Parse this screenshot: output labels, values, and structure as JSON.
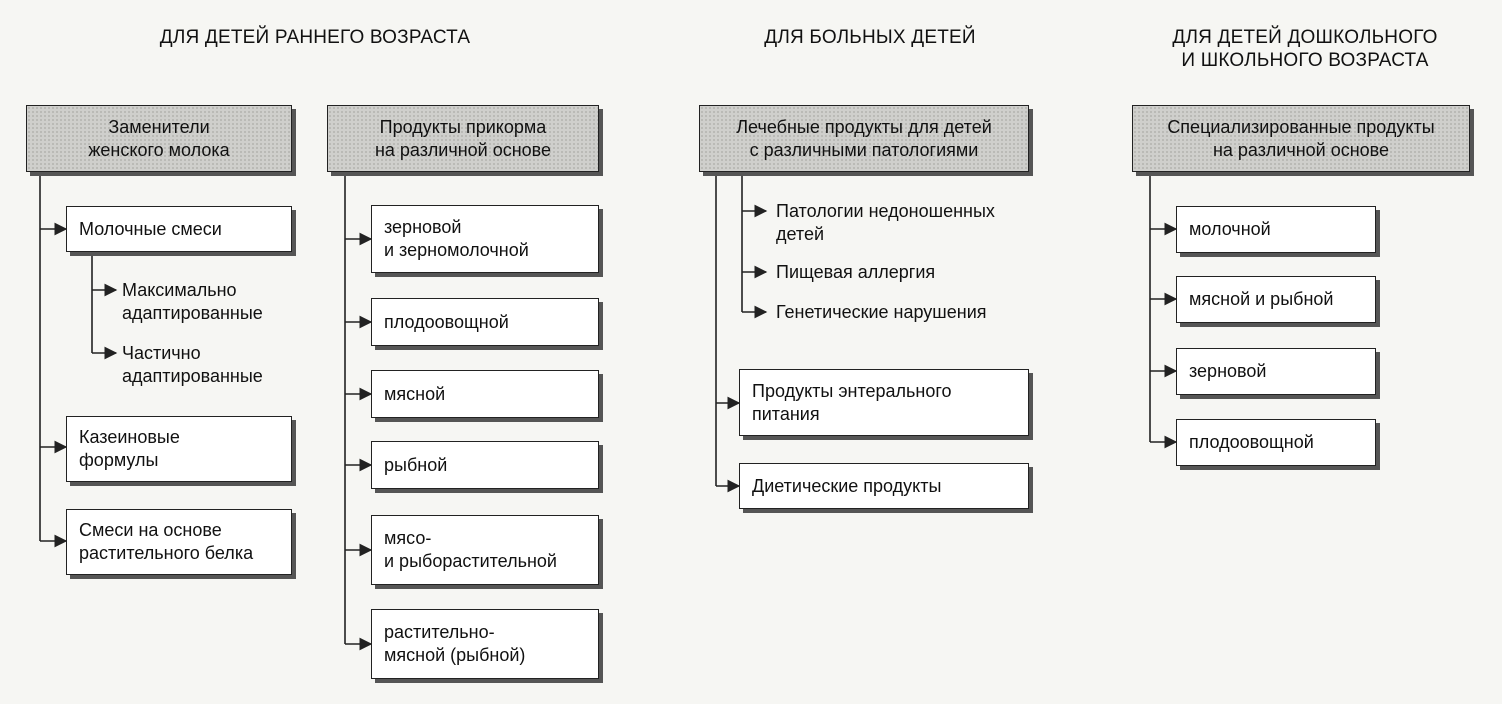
{
  "columns": [
    {
      "heading": "ДЛЯ ДЕТЕЙ РАННЕГО ВОЗРАСТА",
      "groups": [
        {
          "header": "Заменители\nженского молока",
          "items": [
            "Молочные смеси",
            "Казеиновые\nформулы",
            "Смеси на основе\nрастительного белка"
          ],
          "subitems": [
            "Максимально\nадаптированные",
            "Частично\nадаптированные"
          ]
        },
        {
          "header": "Продукты прикорма\nна различной основе",
          "items": [
            "зерновой\nи зерномолочной",
            "плодоовощной",
            "мясной",
            "рыбной",
            "мясо-\nи рыборастительной",
            "растительно-\nмясной (рыбной)"
          ]
        }
      ]
    },
    {
      "heading": "ДЛЯ БОЛЬНЫХ ДЕТЕЙ",
      "groups": [
        {
          "header": "Лечебные продукты для детей\nс различными патологиями",
          "subitems": [
            "Патологии недоношенных\nдетей",
            "Пищевая аллергия",
            "Генетические нарушения"
          ],
          "items": [
            "Продукты энтерального\nпитания",
            "Диетические продукты"
          ]
        }
      ]
    },
    {
      "heading": "ДЛЯ ДЕТЕЙ ДОШКОЛЬНОГО\nИ ШКОЛЬНОГО ВОЗРАСТА",
      "groups": [
        {
          "header": "Специализированные продукты\nна различной основе",
          "items": [
            "молочной",
            "мясной и рыбной",
            "зерновой",
            "плодоовощной"
          ]
        }
      ]
    }
  ]
}
